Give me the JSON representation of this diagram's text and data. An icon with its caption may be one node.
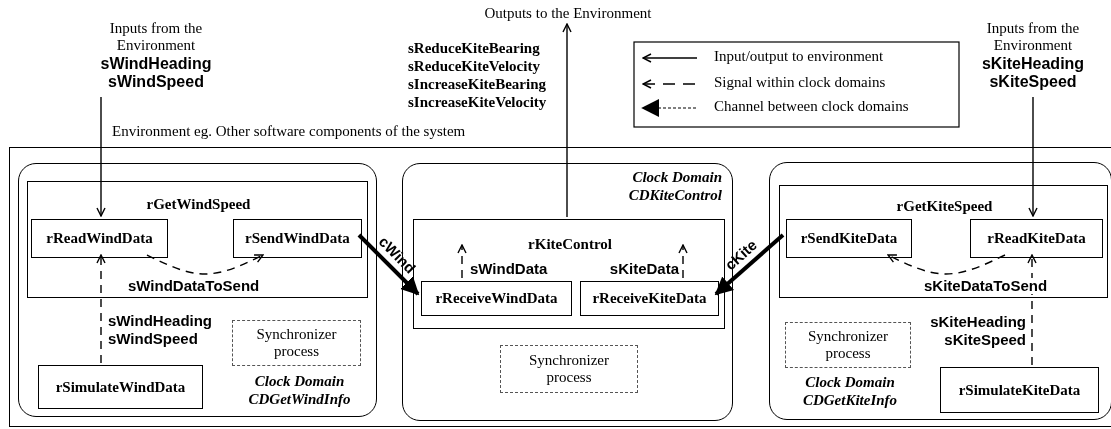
{
  "diagram": {
    "nodes": [
      {
        "text": [
          "Environment eg. Other software components of the system"
        ]
      },
      {
        "text": [
          "Clock Domain CDGetWindInfo"
        ],
        "in": 0
      },
      {
        "text": [
          "rGetWindSpeed"
        ],
        "in": 1
      },
      {
        "text": [
          "rReadWindData"
        ],
        "in": 2
      },
      {
        "text": [
          "rSendWindData"
        ],
        "in": 2
      },
      {
        "text": [
          "rSimulateWindData"
        ],
        "in": 1
      },
      {
        "text": [
          "Synchronizer process"
        ],
        "in": 1
      },
      {
        "text": [
          "Clock Domain CDKiteControl"
        ],
        "in": 0
      },
      {
        "text": [
          "rKiteControl"
        ],
        "in": 7
      },
      {
        "text": [
          "rReceiveWindData"
        ],
        "in": 8
      },
      {
        "text": [
          "rReceiveKiteData"
        ],
        "in": 8
      },
      {
        "text": [
          "Synchronizer process"
        ],
        "in": 7
      },
      {
        "text": [
          "Clock Domain CDGetKiteInfo"
        ],
        "in": 0
      },
      {
        "text": [
          "rGetKiteSpeed"
        ],
        "in": 12
      },
      {
        "text": [
          "rSendKiteData"
        ],
        "in": 13
      },
      {
        "text": [
          "rReadKiteData"
        ],
        "in": 13
      },
      {
        "text": [
          "Synchronizer process"
        ],
        "in": 12
      },
      {
        "text": [
          "rSimulateKiteData"
        ],
        "in": 12
      },
      {
        "text": [
          "Inputs from the Environment",
          "sWindHeading sWindSpeed"
        ]
      },
      {
        "text": [
          "Outputs to the Environment"
        ],
        "beside": [
          "sReduceKiteBearing sReduceKiteVelocity sIncreaseKiteBearing sIncreaseKiteVelocity"
        ]
      },
      {
        "text": [
          "Inputs from the Environment",
          "sKiteHeading sKiteSpeed"
        ]
      }
    ],
    "edges": [
      {
        "from": 18,
        "to": 3,
        "arrow": "to"
      },
      {
        "from": 8,
        "to": 19,
        "arrow": "to"
      },
      {
        "from": 20,
        "to": 15,
        "arrow": "to"
      },
      {
        "from": 3,
        "to": 4,
        "arrow": "to",
        "style": "dashed",
        "label": "sWindDataToSend"
      },
      {
        "from": 5,
        "to": 3,
        "arrow": "to",
        "style": "dashed",
        "label": "sWindHeading sWindSpeed"
      },
      {
        "from": 4,
        "to": 9,
        "arrow": "to",
        "style": "thick",
        "label": "cWind"
      },
      {
        "from": 14,
        "to": 10,
        "arrow": "to",
        "style": "thick",
        "label": "cKite"
      },
      {
        "from": 15,
        "to": 14,
        "arrow": "to",
        "style": "dashed",
        "label": "sKiteDataToSend"
      },
      {
        "from": 17,
        "to": 15,
        "arrow": "to",
        "style": "dashed",
        "label": "sKiteHeading sKiteSpeed"
      },
      {
        "from": 9,
        "to": null,
        "arrow": "to",
        "style": "dashed",
        "label": "sWindData"
      },
      {
        "from": 10,
        "to": null,
        "arrow": "to",
        "style": "dashed",
        "label": "sKiteData"
      }
    ],
    "legend": [
      {
        "text": "Input/output to environment"
      },
      {
        "text": "Signal within clock domains"
      },
      {
        "text": "Channel between clock domains"
      }
    ]
  }
}
